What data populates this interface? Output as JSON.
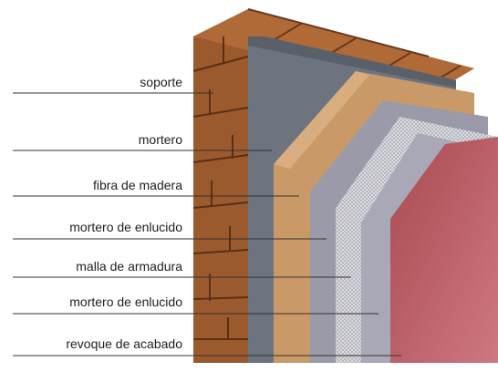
{
  "diagram": {
    "layers": [
      {
        "label": "soporte",
        "color": "#9a5a2e"
      },
      {
        "label": "mortero",
        "color": "#6d7480"
      },
      {
        "label": "fibra de madera",
        "color": "#c99a68"
      },
      {
        "label": "mortero de enlucido",
        "color": "#9a9aa8"
      },
      {
        "label": "malla de armadura",
        "color": "#d4d4d8"
      },
      {
        "label": "mortero de enlucido",
        "color": "#a8a8b6"
      },
      {
        "label": "revoque de acabado",
        "color": "#b65a62"
      }
    ]
  }
}
